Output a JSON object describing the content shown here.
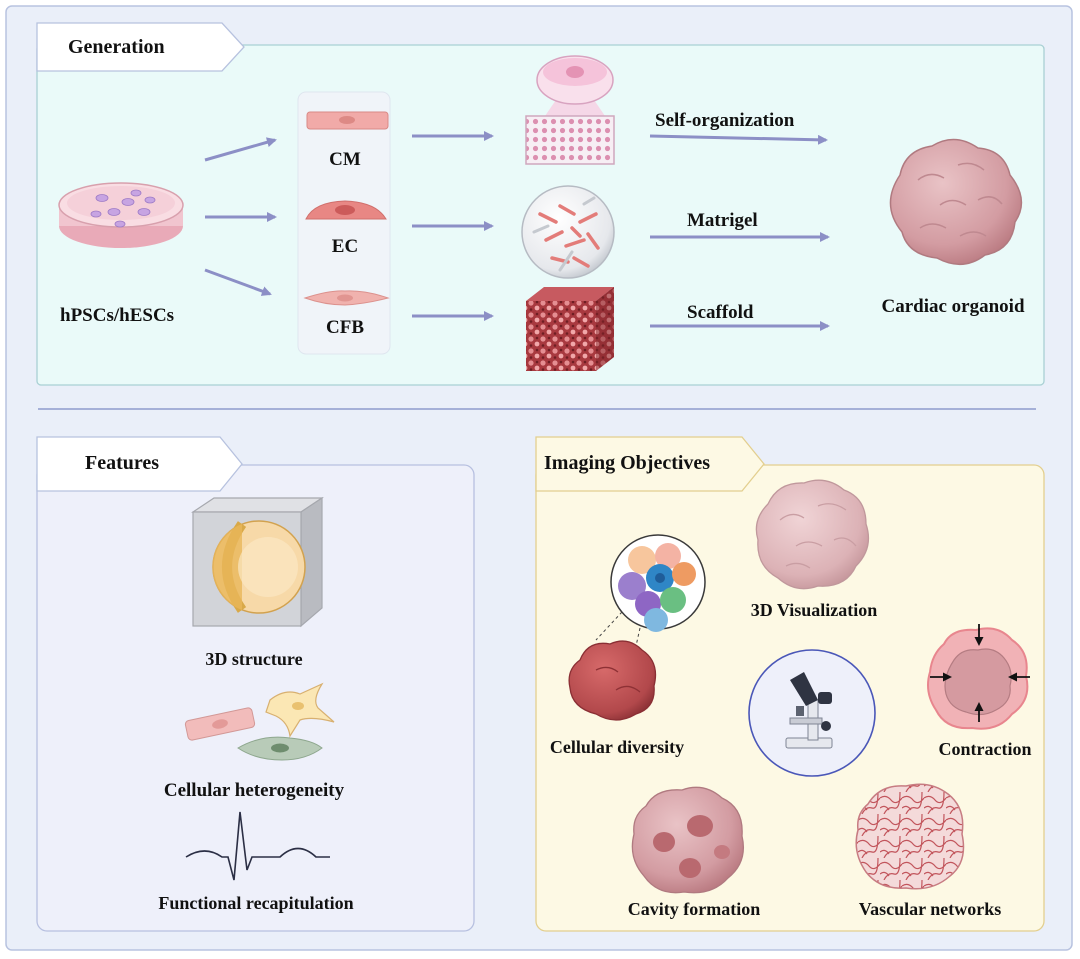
{
  "generation": {
    "tab": "Generation",
    "source": "hPSCs/hESCs",
    "cells": [
      "CM",
      "EC",
      "CFB"
    ],
    "methods": [
      "Self-organization",
      "Matrigel",
      "Scaffold"
    ],
    "result": "Cardiac organoid"
  },
  "features": {
    "tab": "Features",
    "items": [
      "3D structure",
      "Cellular heterogeneity",
      "Functional recapitulation"
    ]
  },
  "imaging": {
    "tab": "Imaging Objectives",
    "items": [
      "3D Visualization",
      "Cellular diversity",
      "Contraction",
      "Cavity formation",
      "Vascular networks"
    ]
  },
  "colors": {
    "outer_bg": "#eaeff9",
    "generation_bg": "#eafaf9",
    "features_bg": "#eef0fa",
    "imaging_bg": "#fdf9e4",
    "arrow": "#8c8fc6",
    "organoid_pink": "#d9a2a9",
    "cell_red": "#b94c4e"
  },
  "icons": [
    "petri-dish-icon",
    "well-plate-icon",
    "matrigel-sphere-icon",
    "scaffold-cube-icon",
    "organoid-icon",
    "cube-sphere-icon",
    "cells-icon",
    "ecg-icon",
    "microscope-icon"
  ]
}
